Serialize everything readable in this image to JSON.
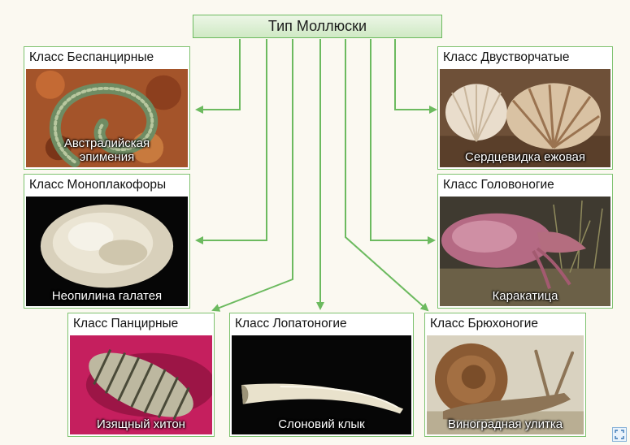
{
  "diagram": {
    "root": {
      "label": "Тип Моллюски"
    },
    "classes": [
      {
        "id": "aplacophora",
        "label": "Класс Беспанцирные",
        "caption": "Австралийская эпимения"
      },
      {
        "id": "bivalvia",
        "label": "Класс Двустворчатые",
        "caption": "Сердцевидка ежовая"
      },
      {
        "id": "monoplacophora",
        "label": "Класс Моноплакофоры",
        "caption": "Неопилина галатея"
      },
      {
        "id": "cephalopoda",
        "label": "Класс Головоногие",
        "caption": "Каракатица"
      },
      {
        "id": "polyplacophora",
        "label": "Класс Панцирные",
        "caption": "Изящный хитон"
      },
      {
        "id": "scaphopoda",
        "label": "Класс Лопатоногие",
        "caption": "Слоновий клык"
      },
      {
        "id": "gastropoda",
        "label": "Класс Брюхоногие",
        "caption": "Виноградная улитка"
      }
    ],
    "edges": [
      {
        "from": "root",
        "to": "aplacophora"
      },
      {
        "from": "root",
        "to": "bivalvia"
      },
      {
        "from": "root",
        "to": "monoplacophora"
      },
      {
        "from": "root",
        "to": "cephalopoda"
      },
      {
        "from": "root",
        "to": "polyplacophora"
      },
      {
        "from": "root",
        "to": "scaphopoda"
      },
      {
        "from": "root",
        "to": "gastropoda"
      }
    ]
  },
  "colors": {
    "connector": "#6cba5f",
    "border": "#7ec26f",
    "background": "#fbf9f1"
  },
  "controls": {
    "expand_icon": "expand-icon"
  }
}
